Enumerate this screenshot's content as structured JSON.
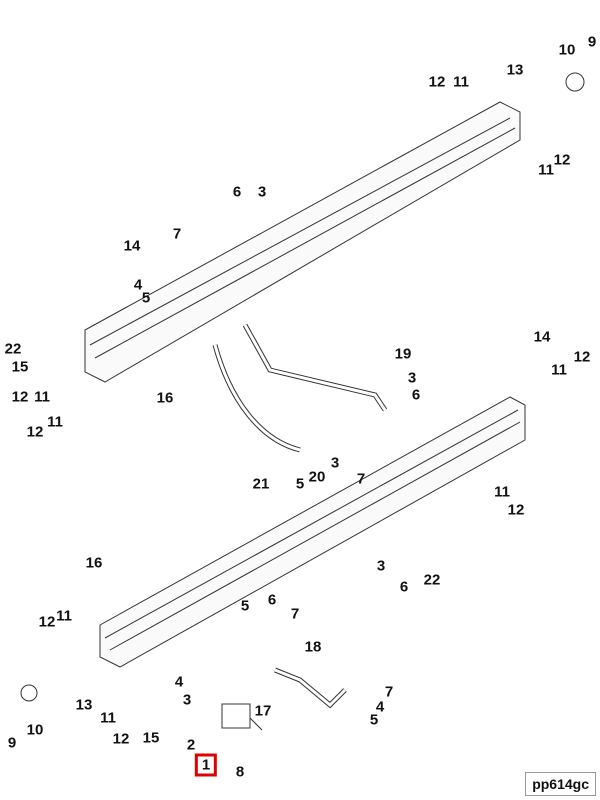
{
  "diagram": {
    "reference_code": "pp614gc",
    "highlighted_callout": "1",
    "highlight_color": "#e00000",
    "callouts": [
      "9",
      "10",
      "13",
      "12",
      "11",
      "12",
      "11",
      "6",
      "3",
      "7",
      "14",
      "4",
      "5",
      "22",
      "15",
      "12",
      "11",
      "16",
      "12",
      "11",
      "19",
      "3",
      "6",
      "3",
      "7",
      "21",
      "5",
      "20",
      "14",
      "11",
      "12",
      "11",
      "12",
      "22",
      "16",
      "3",
      "6",
      "5",
      "6",
      "7",
      "18",
      "11",
      "12",
      "4",
      "13",
      "3",
      "17",
      "5",
      "4",
      "7",
      "9",
      "10",
      "11",
      "12",
      "15",
      "2",
      "1",
      "8"
    ]
  }
}
